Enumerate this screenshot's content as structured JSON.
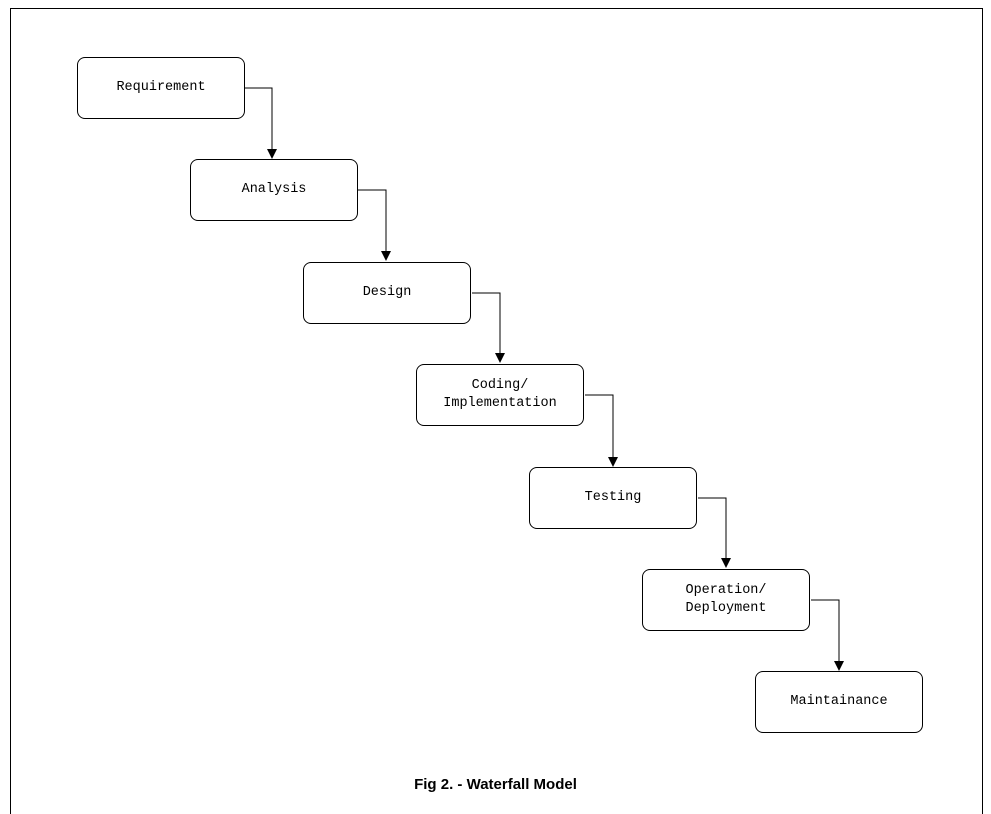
{
  "diagram": {
    "steps": [
      {
        "label": "Requirement"
      },
      {
        "label": "Analysis"
      },
      {
        "label": "Design"
      },
      {
        "label": "Coding/\nImplementation"
      },
      {
        "label": "Testing"
      },
      {
        "label": "Operation/\nDeployment"
      },
      {
        "label": "Maintainance"
      }
    ]
  },
  "caption": "Fig 2. - Waterfall Model",
  "colors": {
    "stroke": "#000000",
    "fill": "#ffffff",
    "text": "#000000"
  }
}
